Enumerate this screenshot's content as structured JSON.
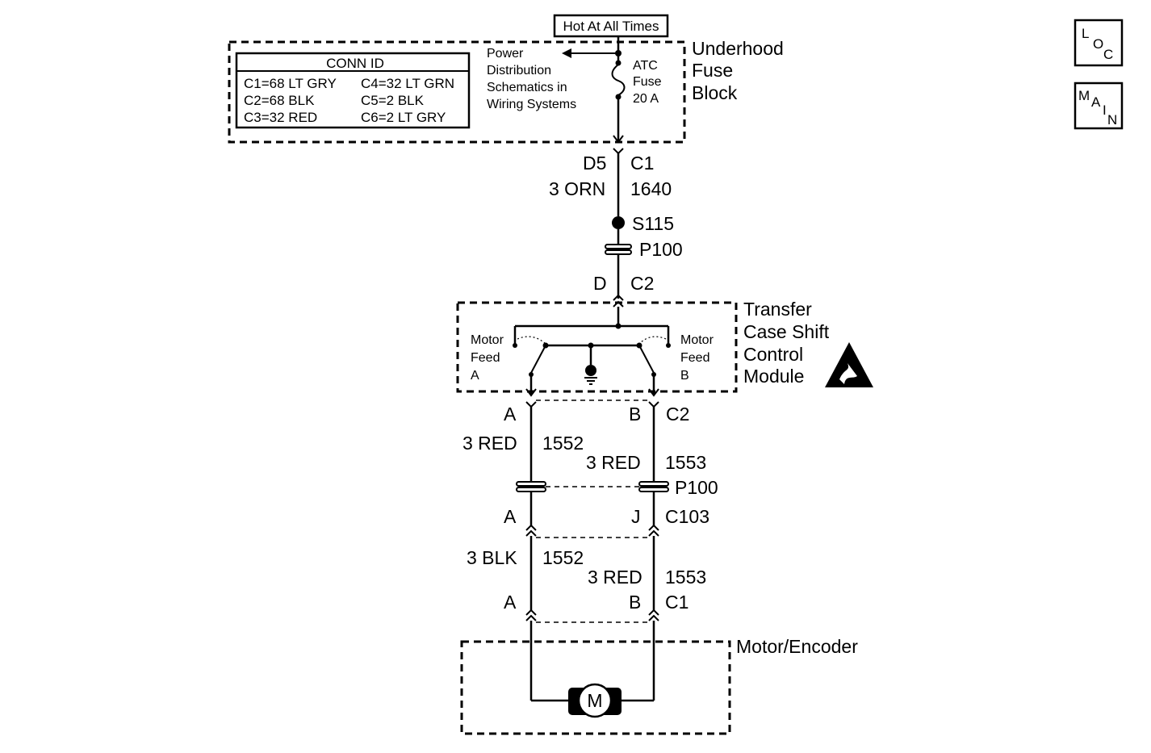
{
  "header": {
    "hot_label": "Hot At All Times"
  },
  "nav": {
    "loc": {
      "l1": "L",
      "l2": "O",
      "l3": "C"
    },
    "main": {
      "l1": "M",
      "l2": "A",
      "l3": "I",
      "l4": "N"
    }
  },
  "fuse_block": {
    "name_lines": [
      "Underhood",
      "Fuse",
      "Block"
    ],
    "fuse_lines": [
      "ATC",
      "Fuse",
      "20 A"
    ],
    "ref_lines": [
      "Power",
      "Distribution",
      "Schematics in",
      "Wiring Systems"
    ],
    "conn_id": {
      "title": "CONN ID",
      "left": [
        "C1=68 LT GRY",
        "C2=68 BLK",
        "C3=32 RED"
      ],
      "right": [
        "C4=32 LT GRN",
        "C5=2 BLK",
        "C6=2 LT GRY"
      ]
    }
  },
  "feed": {
    "pin": "D5",
    "conn": "C1",
    "wire": "3 ORN",
    "circuit": "1640",
    "splice": "S115",
    "inline": "P100",
    "mod_pin": "D",
    "mod_conn": "C2"
  },
  "module": {
    "name_lines": [
      "Transfer",
      "Case Shift",
      "Control",
      "Module"
    ],
    "feed_a": [
      "Motor",
      "Feed",
      "A"
    ],
    "feed_b": [
      "Motor",
      "Feed",
      "B"
    ]
  },
  "outputs": {
    "pin_a": "A",
    "pin_b": "B",
    "conn": "C2",
    "wire_a": "3 RED",
    "circ_a": "1552",
    "wire_b": "3 RED",
    "circ_b": "1553",
    "inline": "P100",
    "c103_pin_a": "A",
    "c103_pin_b": "J",
    "c103": "C103",
    "lower_wire_a": "3 BLK",
    "lower_circ_a": "1552",
    "lower_wire_b": "3 RED",
    "lower_circ_b": "1553",
    "c1_pin_a": "A",
    "c1_pin_b": "B",
    "c1": "C1"
  },
  "motor": {
    "name": "Motor/Encoder",
    "symbol": "M"
  }
}
